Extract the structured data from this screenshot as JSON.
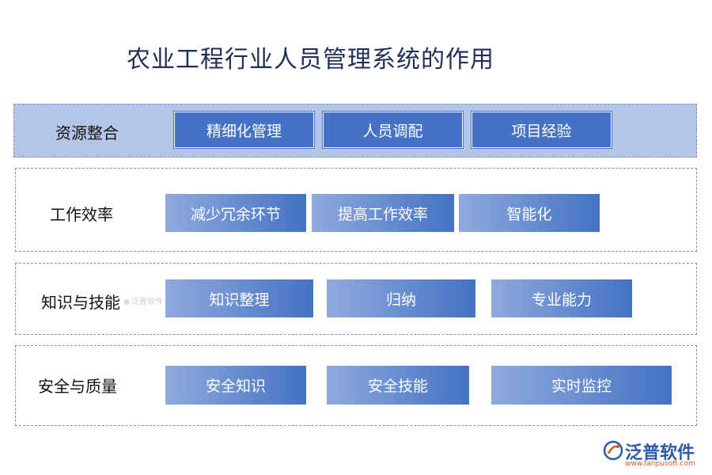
{
  "title": "农业工程行业人员管理系统的作用",
  "sections": [
    {
      "label": "资源整合",
      "items": [
        "精细化管理",
        "人员调配",
        "项目经验"
      ]
    },
    {
      "label": "工作效率",
      "items": [
        "减少冗余环节",
        "提高工作效率",
        "智能化"
      ]
    },
    {
      "label": "知识与技能",
      "items": [
        "知识整理",
        "归纳",
        "专业能力"
      ]
    },
    {
      "label": "安全与质量",
      "items": [
        "安全知识",
        "安全技能",
        "实时监控"
      ]
    }
  ],
  "watermark": {
    "small_text": "泛普软件",
    "logo_text": "泛普软件",
    "logo_url": "www.fanpusoft.com"
  },
  "colors": {
    "title": "#1f2f57",
    "box_solid": "#4472c4",
    "box_grad_start": "#8faadc",
    "section_shaded": "#b4c6e7"
  }
}
